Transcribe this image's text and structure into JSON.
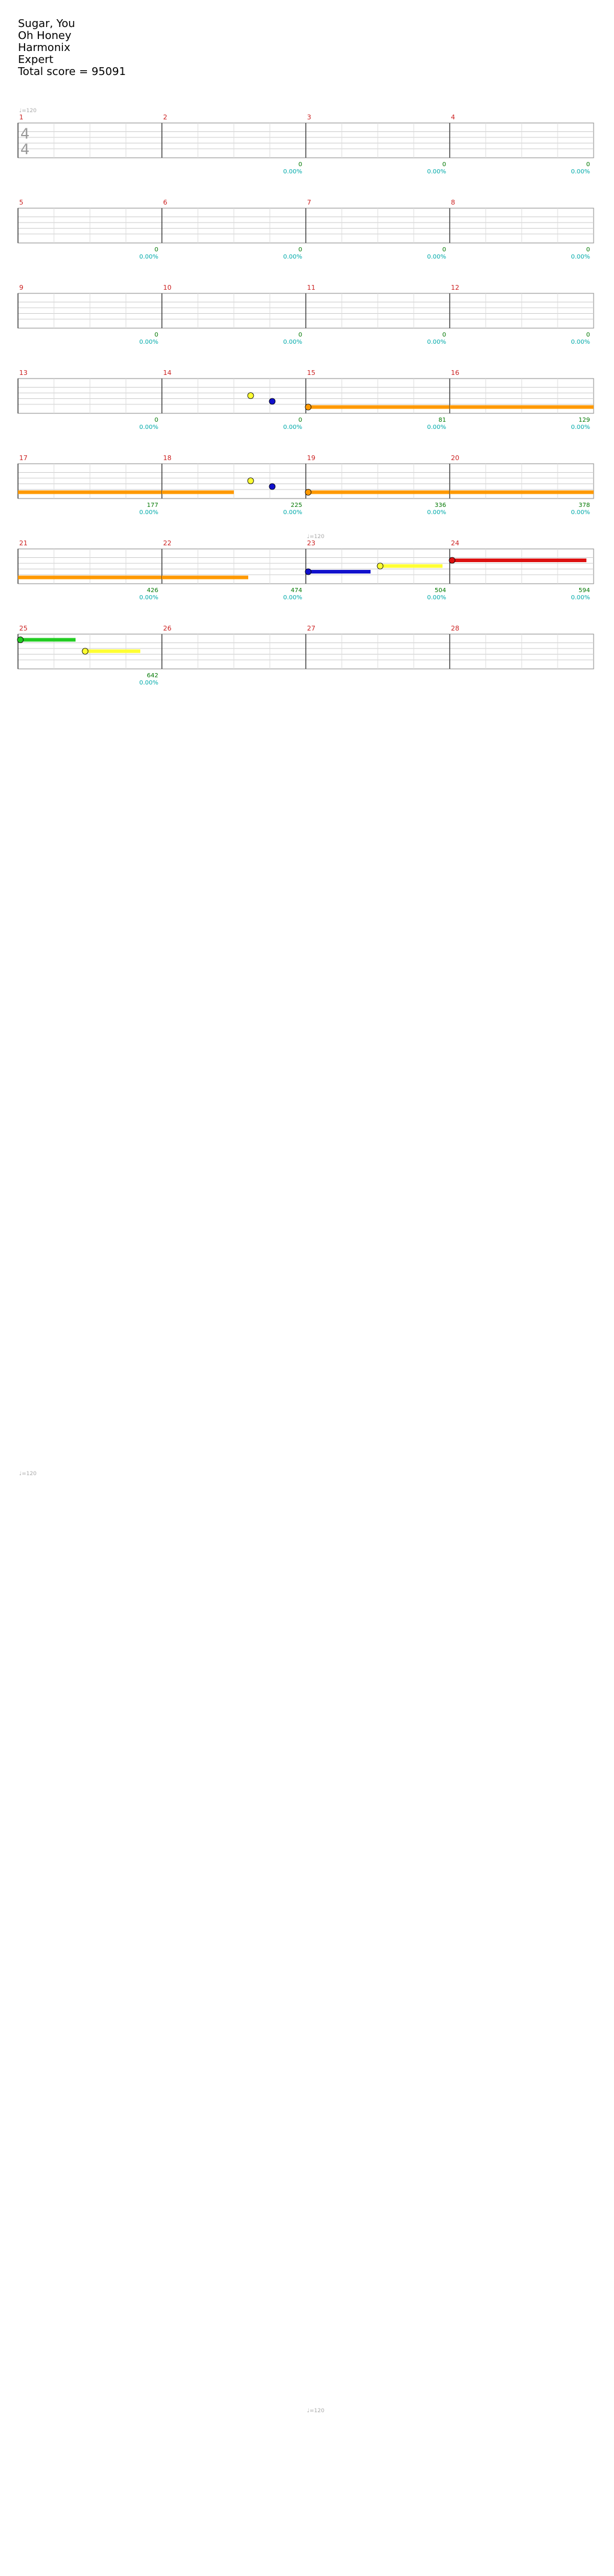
{
  "song": {
    "title": "Sugar, You",
    "artist": "Oh Honey",
    "game": "Harmonix",
    "difficulty": "Expert",
    "total_score_text": "Total score = 95091"
  },
  "colors": {
    "green": "#22cc22",
    "red": "#dd1111",
    "yellow": "#ffff33",
    "blue": "#1111cc",
    "orange": "#ff9900",
    "sp_overlay": "#7777ee",
    "solo_overlay": "#88ee88",
    "measure_number": "#cc2222",
    "score": "#007700",
    "percent": "#00aaaa",
    "tempo": "#aaaaaa"
  },
  "time_signature": {
    "numerator": "4",
    "denominator": "4"
  },
  "tempo_markers": [
    {
      "measure": 1,
      "text": "♩=120"
    },
    {
      "measure": 23,
      "text": "♩=120"
    },
    {
      "measure": 65,
      "text": "♩=120"
    },
    {
      "measure": 111,
      "text": "♩=120"
    }
  ],
  "measures": [
    {
      "n": 1,
      "score": "",
      "pct": "",
      "notes": [],
      "sustains": []
    },
    {
      "n": 2,
      "score": "0",
      "pct": "0.00%",
      "notes": [],
      "sustains": []
    },
    {
      "n": 3,
      "score": "0",
      "pct": "0.00%",
      "notes": [],
      "sustains": []
    },
    {
      "n": 4,
      "score": "0",
      "pct": "0.00%",
      "notes": [],
      "sustains": []
    },
    {
      "n": 5,
      "score": "0",
      "pct": "0.00%",
      "notes": [],
      "sustains": []
    },
    {
      "n": 6,
      "score": "0",
      "pct": "0.00%",
      "notes": [],
      "sustains": []
    },
    {
      "n": 7,
      "score": "0",
      "pct": "0.00%",
      "notes": [],
      "sustains": []
    },
    {
      "n": 8,
      "score": "0",
      "pct": "0.00%",
      "notes": [],
      "sustains": []
    },
    {
      "n": 9,
      "score": "0",
      "pct": "0.00%",
      "notes": [],
      "sustains": []
    },
    {
      "n": 10,
      "score": "0",
      "pct": "0.00%",
      "notes": [],
      "sustains": []
    },
    {
      "n": 11,
      "score": "0",
      "pct": "0.00%",
      "notes": [],
      "sustains": []
    },
    {
      "n": 12,
      "score": "0",
      "pct": "0.00%",
      "notes": [],
      "sustains": []
    },
    {
      "n": 13,
      "score": "0",
      "pct": "0.00%",
      "notes": [],
      "sustains": []
    },
    {
      "n": 14,
      "score": "0",
      "pct": "0.00%",
      "notes": [
        {
          "b": 2.4,
          "c": "yellow"
        },
        {
          "b": 3.0,
          "c": "blue"
        }
      ],
      "sustains": []
    },
    {
      "n": 15,
      "score": "81",
      "pct": "0.00%",
      "notes": [
        {
          "b": 0,
          "c": "orange"
        }
      ],
      "sustains": [
        {
          "b0": 0,
          "b1": 4,
          "c": "orange"
        }
      ]
    },
    {
      "n": 16,
      "score": "129",
      "pct": "0.00%",
      "notes": [],
      "sustains": [
        {
          "b0": 0,
          "b1": 4,
          "c": "orange"
        }
      ]
    },
    {
      "n": 17,
      "score": "177",
      "pct": "0.00%",
      "notes": [],
      "sustains": [
        {
          "b0": 0,
          "b1": 4,
          "c": "orange"
        }
      ]
    },
    {
      "n": 18,
      "score": "225",
      "pct": "0.00%",
      "notes": [
        {
          "b": 2.4,
          "c": "yellow"
        },
        {
          "b": 3.0,
          "c": "blue"
        }
      ],
      "sustains": [
        {
          "b0": 0,
          "b1": 2.0,
          "c": "orange"
        }
      ]
    },
    {
      "n": 19,
      "score": "336",
      "pct": "0.00%",
      "notes": [
        {
          "b": 0,
          "c": "orange"
        }
      ],
      "sustains": [
        {
          "b0": 0,
          "b1": 4,
          "c": "orange"
        }
      ]
    },
    {
      "n": 20,
      "score": "378",
      "pct": "0.00%",
      "notes": [],
      "sustains": [
        {
          "b0": 0,
          "b1": 4,
          "c": "orange"
        }
      ]
    },
    {
      "n": 21,
      "score": "426",
      "pct": "0.00%",
      "notes": [],
      "sustains": [
        {
          "b0": 0,
          "b1": 4,
          "c": "orange"
        }
      ]
    },
    {
      "n": 22,
      "score": "474",
      "pct": "0.00%",
      "notes": [],
      "sustains": [
        {
          "b0": 0,
          "b1": 2.4,
          "c": "orange"
        }
      ]
    },
    {
      "n": 23,
      "score": "504",
      "pct": "0.00%",
      "notes": [
        {
          "b": 0,
          "c": "blue"
        },
        {
          "b": 2.0,
          "c": "yellow"
        }
      ],
      "sustains": [
        {
          "b0": 0,
          "b1": 1.8,
          "c": "blue"
        },
        {
          "b0": 2.0,
          "b1": 3.8,
          "c": "yellow"
        }
      ]
    },
    {
      "n": 24,
      "score": "594",
      "pct": "0.00%",
      "notes": [
        {
          "b": 0,
          "c": "red"
        }
      ],
      "sustains": [
        {
          "b0": 0,
          "b1": 3.8,
          "c": "red"
        }
      ]
    },
    {
      "n": 25,
      "score": "642",
      "pct": "0.00%",
      "notes": [
        {
          "b": 0,
          "c": "green"
        },
        {
          "b": 1.8,
          "c": "yellow"
        }
      ],
      "sustains": [
        {
          "b0": 0,
          "b1": 1.6,
          "c": "green"
        },
        {
          "b0": 1.8,
          "b1": 3.4,
          "c": "yellow"
        }
      ]
    },
    {
      "n": 26,
      "score": "",
      "pct": "",
      "notes": [],
      "sustains": []
    },
    {
      "n": 27,
      "score": "",
      "pct": "",
      "notes": [],
      "sustains": []
    },
    {
      "n": 28,
      "score": "",
      "pct": "",
      "notes": [],
      "sustains": []
    }
  ]
}
